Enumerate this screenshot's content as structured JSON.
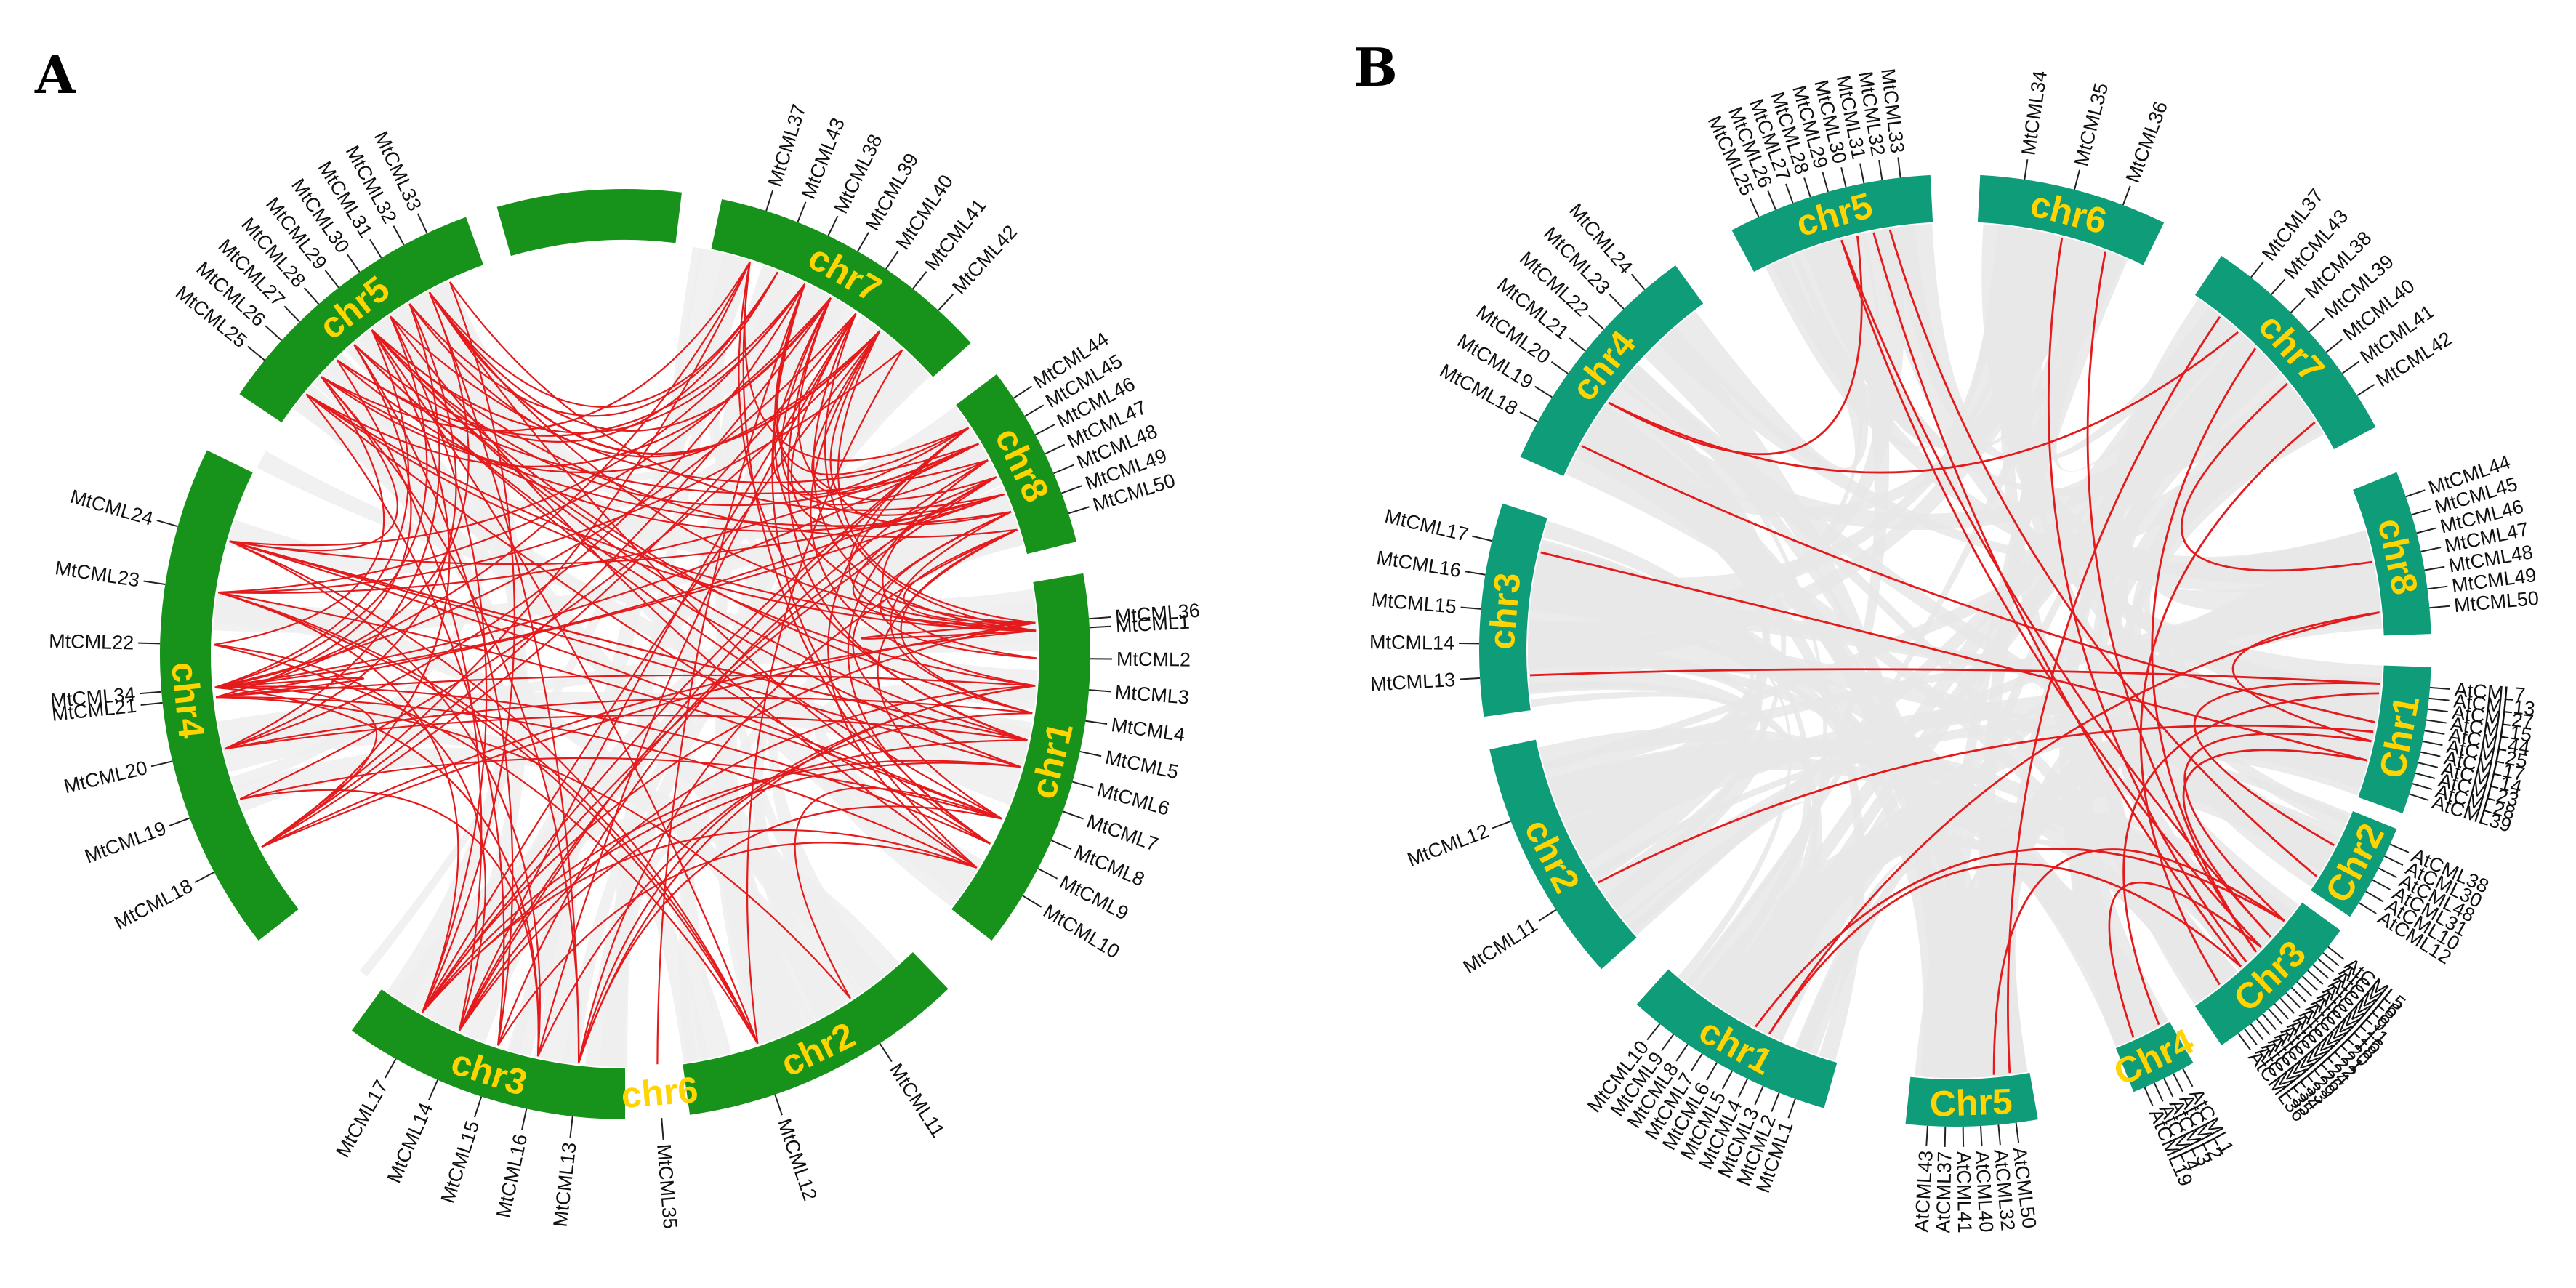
{
  "figure": {
    "panels": [
      {
        "letter": "A",
        "ring_color": "#17931c",
        "label_color": "#ffd400",
        "link_color": "#e41a1c",
        "background_link_color": "#efefef",
        "chromosomes": [
          {
            "name": "chr1",
            "genes": [
              "MtCML1",
              "MtCML2",
              "MtCML3",
              "MtCML4",
              "MtCML5",
              "MtCML6",
              "MtCML7",
              "MtCML8",
              "MtCML9",
              "MtCML10"
            ]
          },
          {
            "name": "chr2",
            "genes": [
              "MtCML11",
              "MtCML12"
            ]
          },
          {
            "name": "chr3",
            "genes": [
              "MtCML13",
              "MtCML16",
              "MtCML15",
              "MtCML14",
              "MtCML17"
            ]
          },
          {
            "name": "chr4",
            "genes": [
              "MtCML18",
              "MtCML19",
              "MtCML20",
              "MtCML21",
              "MtCML22",
              "MtCML23",
              "MtCML24"
            ]
          },
          {
            "name": "chr5",
            "genes": [
              "MtCML25",
              "MtCML26",
              "MtCML27",
              "MtCML28",
              "MtCML29",
              "MtCML30",
              "MtCML31",
              "MtCML32",
              "MtCML33"
            ]
          },
          {
            "name": "chr6",
            "genes": [
              "MtCML34",
              "MtCML35",
              "MtCML36"
            ]
          },
          {
            "name": "chr7",
            "genes": [
              "MtCML37",
              "MtCML43",
              "MtCML38",
              "MtCML39",
              "MtCML40",
              "MtCML41",
              "MtCML42"
            ]
          },
          {
            "name": "chr8",
            "genes": [
              "MtCML44",
              "MtCML45",
              "MtCML46",
              "MtCML47",
              "MtCML48",
              "MtCML49",
              "MtCML50"
            ]
          }
        ]
      },
      {
        "letter": "B",
        "ring_color": "#0f9c78",
        "label_color": "#ffd400",
        "link_color": "#e41a1c",
        "background_link_color": "#e8e8e8",
        "chromosomes": [
          {
            "name": "Chr1",
            "genes": [
              "AtCML7",
              "AtCML13",
              "AtCML27",
              "AtCML15",
              "AtCML44",
              "AtCML25",
              "AtCML17",
              "AtCML14",
              "AtCML23",
              "AtCML28",
              "AtCML39"
            ]
          },
          {
            "name": "Chr2",
            "genes": [
              "AtCML38",
              "AtCML30",
              "AtCML48",
              "AtCML31",
              "AtCML10",
              "AtCML12"
            ]
          },
          {
            "name": "Chr3",
            "genes": [
              "AtCML5",
              "AtCML6",
              "AtCML8",
              "AtCML9",
              "AtCML11",
              "AtCML16",
              "AtCML18",
              "AtCML20",
              "AtCML21",
              "AtCML22",
              "AtCML24",
              "AtCML26",
              "AtCML29",
              "AtCML33",
              "AtCML34",
              "AtCML35",
              "AtCML36"
            ]
          },
          {
            "name": "Chr4",
            "genes": [
              "AtCML1",
              "AtCML2",
              "AtCML3",
              "AtCML4",
              "AtCML19"
            ]
          },
          {
            "name": "Chr5",
            "genes": [
              "AtCML50",
              "AtCML32",
              "AtCML40",
              "AtCML41",
              "AtCML37",
              "AtCML43"
            ]
          },
          {
            "name": "chr1",
            "genes": [
              "MtCML1",
              "MtCML2",
              "MtCML3",
              "MtCML4",
              "MtCML5",
              "MtCML6",
              "MtCML7",
              "MtCML8",
              "MtCML9",
              "MtCML10"
            ]
          },
          {
            "name": "chr2",
            "genes": [
              "MtCML11",
              "MtCML12"
            ]
          },
          {
            "name": "chr3",
            "genes": [
              "MtCML13",
              "MtCML14",
              "MtCML15",
              "MtCML16",
              "MtCML17"
            ]
          },
          {
            "name": "chr4",
            "genes": [
              "MtCML18",
              "MtCML19",
              "MtCML20",
              "MtCML21",
              "MtCML22",
              "MtCML23",
              "MtCML24"
            ]
          },
          {
            "name": "chr5",
            "genes": [
              "MtCML25",
              "MtCML26",
              "MtCML27",
              "MtCML28",
              "MtCML29",
              "MtCML30",
              "MtCML31",
              "MtCML32",
              "MtCML33"
            ]
          },
          {
            "name": "chr6",
            "genes": [
              "MtCML34",
              "MtCML35",
              "MtCML36"
            ]
          },
          {
            "name": "chr7",
            "genes": [
              "MtCML37",
              "MtCML43",
              "MtCML38",
              "MtCML39",
              "MtCML40",
              "MtCML41",
              "MtCML42"
            ]
          },
          {
            "name": "chr8",
            "genes": [
              "MtCML44",
              "MtCML45",
              "MtCML46",
              "MtCML47",
              "MtCML48",
              "MtCML49",
              "MtCML50"
            ]
          }
        ]
      }
    ]
  }
}
